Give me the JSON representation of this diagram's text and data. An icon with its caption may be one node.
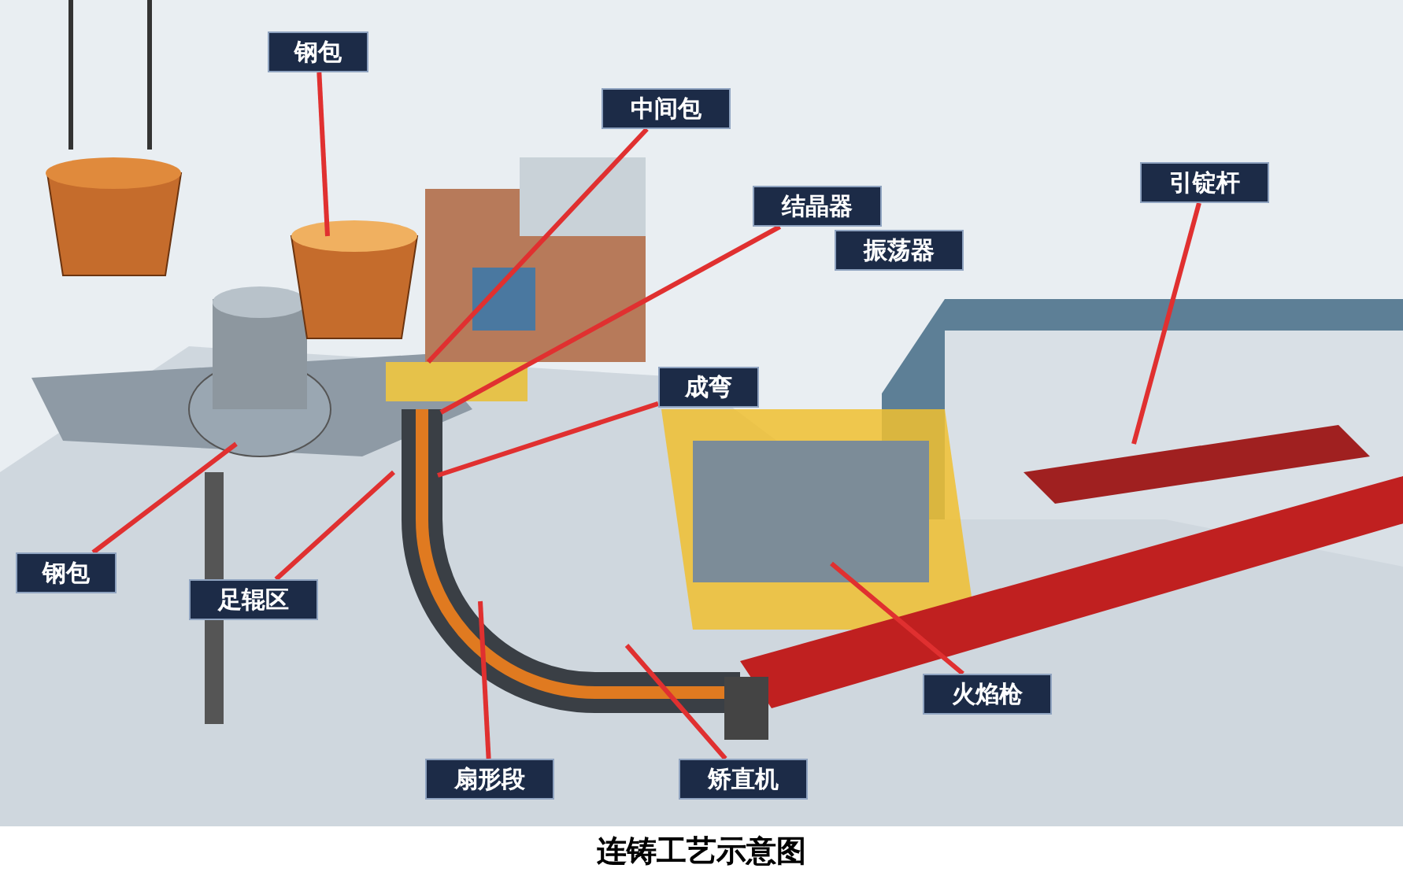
{
  "diagram": {
    "caption": "连铸工艺示意图",
    "nodes": [
      {
        "text": [
          "钢包"
        ]
      },
      {
        "text": [
          "中间包"
        ]
      },
      {
        "text": [
          "引锭杆"
        ]
      },
      {
        "text": [
          "结晶器"
        ]
      },
      {
        "text": [
          "振荡器"
        ]
      },
      {
        "text": [
          "成弯"
        ]
      },
      {
        "text": [
          "钢包"
        ]
      },
      {
        "text": [
          "足辊区"
        ]
      },
      {
        "text": [
          "火焰枪"
        ]
      },
      {
        "text": [
          "扇形段"
        ]
      },
      {
        "text": [
          "矫直机"
        ]
      }
    ],
    "edges": [
      {
        "from": 0,
        "to": null,
        "arrow": "none"
      },
      {
        "from": 1,
        "to": null,
        "arrow": "none"
      },
      {
        "from": 2,
        "to": null,
        "arrow": "none"
      },
      {
        "from": 3,
        "to": null,
        "arrow": "none"
      },
      {
        "from": 5,
        "to": null,
        "arrow": "none"
      },
      {
        "from": 6,
        "to": null,
        "arrow": "none"
      },
      {
        "from": 7,
        "to": null,
        "arrow": "none"
      },
      {
        "from": 8,
        "to": null,
        "arrow": "none"
      },
      {
        "from": 9,
        "to": null,
        "arrow": "none"
      },
      {
        "from": 10,
        "to": null,
        "arrow": "none"
      }
    ]
  }
}
